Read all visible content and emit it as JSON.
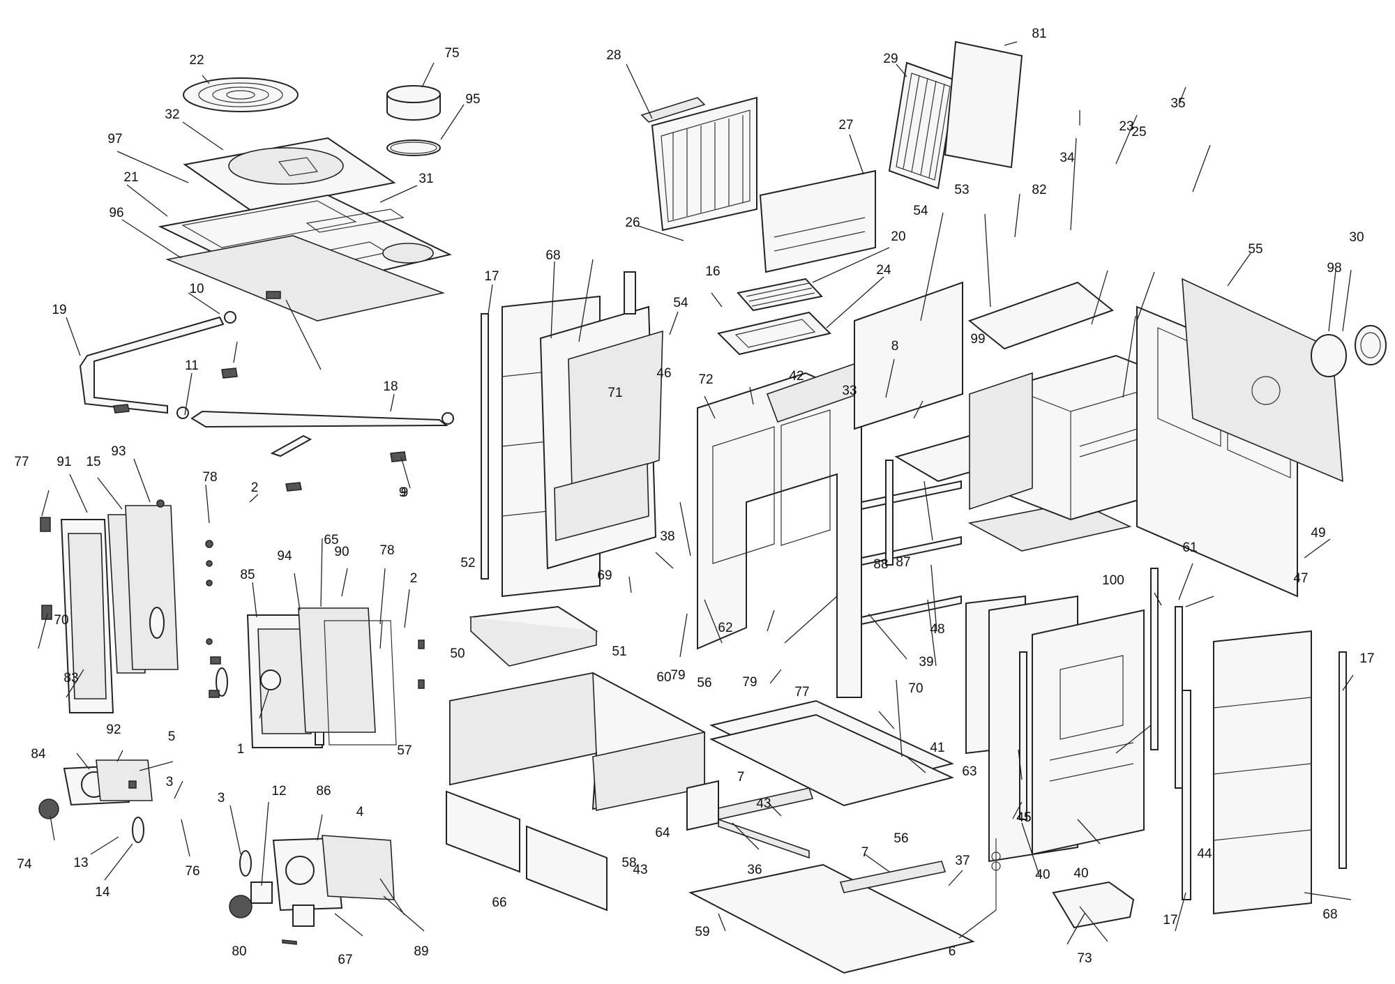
{
  "diagram": {
    "labels": [
      "1",
      "2",
      "2",
      "3",
      "3",
      "4",
      "5",
      "6",
      "7",
      "7",
      "8",
      "9",
      "9",
      "10",
      "11",
      "12",
      "13",
      "14",
      "15",
      "16",
      "17",
      "17",
      "17",
      "18",
      "19",
      "20",
      "21",
      "22",
      "23",
      "24",
      "25",
      "26",
      "27",
      "28",
      "29",
      "30",
      "31",
      "32",
      "33",
      "34",
      "35",
      "36",
      "37",
      "38",
      "39",
      "40",
      "40",
      "41",
      "42",
      "43",
      "43",
      "44",
      "45",
      "45",
      "46",
      "47",
      "48",
      "49",
      "50",
      "51",
      "52",
      "53",
      "54",
      "54",
      "55",
      "56",
      "56",
      "57",
      "58",
      "59",
      "60",
      "61",
      "62",
      "63",
      "64",
      "65",
      "66",
      "67",
      "68",
      "68",
      "69",
      "70",
      "70",
      "71",
      "72",
      "73",
      "74",
      "75",
      "76",
      "77",
      "77",
      "78",
      "78",
      "79",
      "79",
      "80",
      "81",
      "82",
      "83",
      "84",
      "85",
      "86",
      "87",
      "88",
      "89",
      "90",
      "91",
      "92",
      "93",
      "94",
      "95",
      "96",
      "97",
      "98",
      "99",
      "100"
    ]
  }
}
